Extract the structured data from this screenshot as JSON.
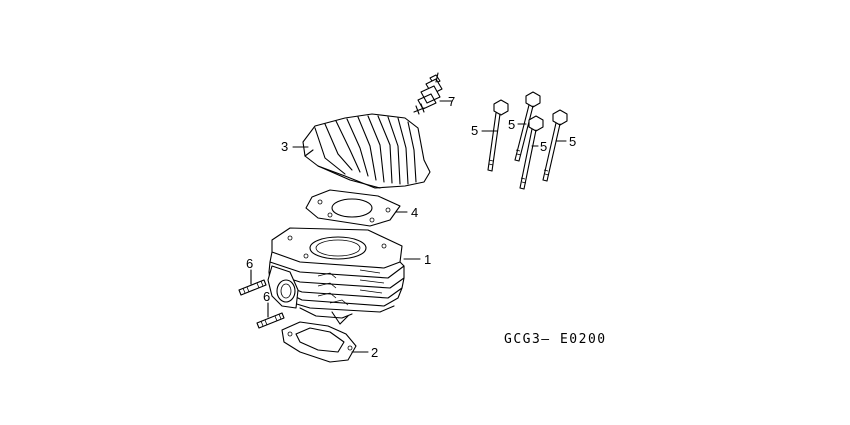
{
  "diagram": {
    "code": "GCG3— E0200",
    "callouts": {
      "spark_plug": "7",
      "head": "3",
      "head_gasket": "4",
      "cylinder": "1",
      "base_gasket": "2",
      "stud_upper": "6",
      "stud_lower": "6",
      "bolt_a": "5",
      "bolt_b": "5",
      "bolt_c": "5",
      "bolt_d": "5"
    }
  }
}
